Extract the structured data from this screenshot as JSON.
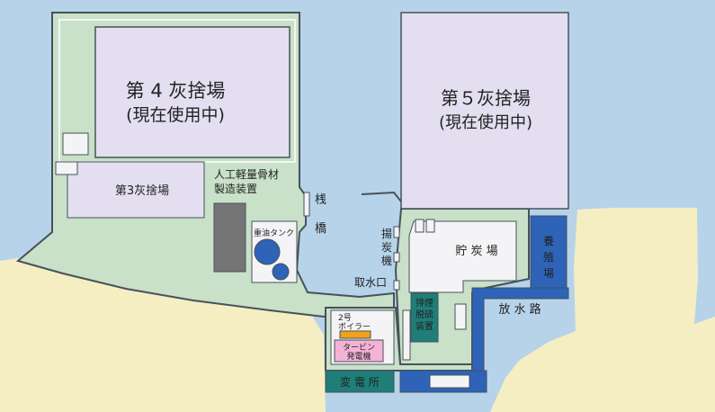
{
  "colors": {
    "sea": "#b7d3ea",
    "land": "#f6eec3",
    "site": "#c9e0c9",
    "ash_pond": "#e3dff0",
    "building": "#f4f4f6",
    "teal": "#1f7e78",
    "navy": "#2e63b8",
    "pink": "#f4b2d6",
    "orange": "#f2a11b",
    "outline": "#46525a"
  },
  "labels": {
    "ash_pond_4_title": "第 4 灰捨場",
    "ash_pond_4_status": "(現在使用中)",
    "ash_pond_5_title": "第５灰捨場",
    "ash_pond_5_status": "(現在使用中)",
    "ash_pond_3": "第3灰捨場",
    "aggregate_plant_line1": "人工軽量骨材",
    "aggregate_plant_line2": "製造装置",
    "oil_tank": "重油タンク",
    "pier_1": "桟",
    "pier_2": "橋",
    "unloader_1": "揚",
    "unloader_2": "炭",
    "unloader_3": "機",
    "water_intake": "取水口",
    "coal_yard": "貯 炭 場",
    "aquaculture_1": "養",
    "aquaculture_2": "殖",
    "aquaculture_3": "場",
    "discharge_channel": "放 水 路",
    "boiler_line1": "2号",
    "boiler_line2": "ボイラー",
    "turbine_line1": "タービン",
    "turbine_line2": "発電機",
    "desulfurization_line1": "排煙",
    "desulfurization_line2": "脱硫",
    "desulfurization_line3": "装置",
    "substation": "変 電 所"
  }
}
